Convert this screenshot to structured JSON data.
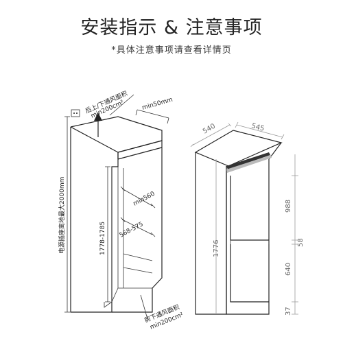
{
  "title": "安装指示 & 注意事项",
  "subtitle": "*具体注意事项请查看详情页",
  "cabinet": {
    "top_vent_label": "后上/下通风面积",
    "top_vent_area": "min200cm²",
    "top_gap": "min50mm",
    "socket_height": "电源插座离地最大2000mm",
    "niche_height": "1778-1785",
    "width_min": "min560",
    "depth": "568-575",
    "bottom_vent_label": "前下通风面积",
    "bottom_vent_area": "min200cm²"
  },
  "fridge": {
    "width": "540",
    "depth": "545",
    "height": "1776",
    "upper_height": "988",
    "middle_gap": "58",
    "lower_height": "640",
    "bottom_gap": "37"
  }
}
